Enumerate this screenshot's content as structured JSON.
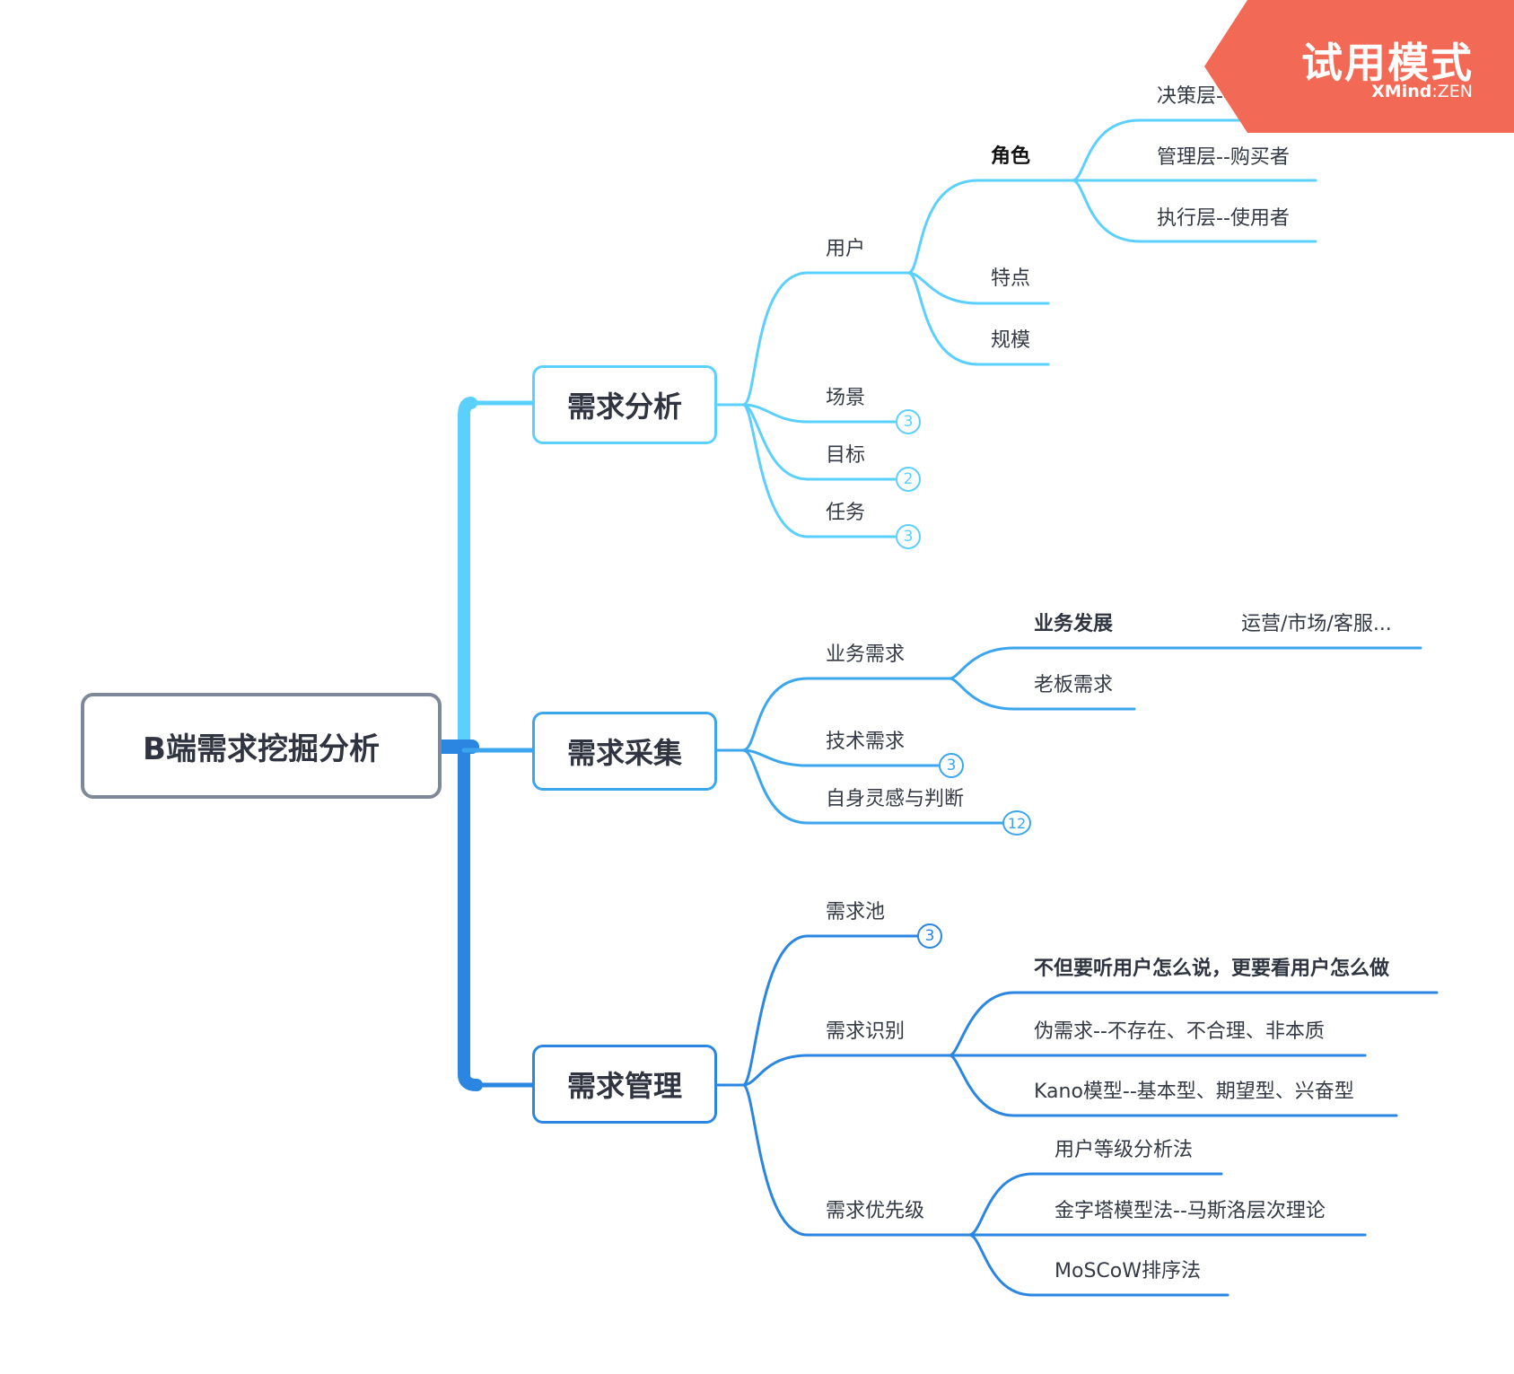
{
  "colors": {
    "main1": "#5cd0fc",
    "main2": "#3ba6ee",
    "main3": "#2a86e0",
    "root_border": "#7f8899",
    "trial_bg": "#f26a55"
  },
  "root": {
    "label": "B端需求挖掘分析"
  },
  "branch1": {
    "label": "需求分析",
    "user": {
      "label": "用户",
      "role": {
        "label": "角色",
        "items": [
          "决策层--决策者",
          "管理层--购买者",
          "执行层--使用者"
        ]
      },
      "traits": "特点",
      "scale": "规模"
    },
    "scene": {
      "label": "场景",
      "count": "3"
    },
    "goal": {
      "label": "目标",
      "count": "2"
    },
    "task": {
      "label": "任务",
      "count": "3"
    }
  },
  "branch2": {
    "label": "需求采集",
    "business": {
      "label": "业务需求",
      "growth": {
        "label": "业务发展",
        "child": "运营/市场/客服..."
      },
      "boss": "老板需求"
    },
    "tech": {
      "label": "技术需求",
      "count": "3"
    },
    "self": {
      "label": "自身灵感与判断",
      "count": "12"
    }
  },
  "branch3": {
    "label": "需求管理",
    "pool": {
      "label": "需求池",
      "count": "3"
    },
    "identify": {
      "label": "需求识别",
      "items": [
        "不但要听用户怎么说，更要看用户怎么做",
        "伪需求--不存在、不合理、非本质",
        "Kano模型--基本型、期望型、兴奋型"
      ]
    },
    "priority": {
      "label": "需求优先级",
      "items": [
        "用户等级分析法",
        "金字塔模型法--马斯洛层次理论",
        "MoSCoW排序法"
      ]
    }
  },
  "watermark": {
    "title": "试用模式",
    "brand": "XMind",
    "sep": ":",
    "edition": "ZEN"
  }
}
